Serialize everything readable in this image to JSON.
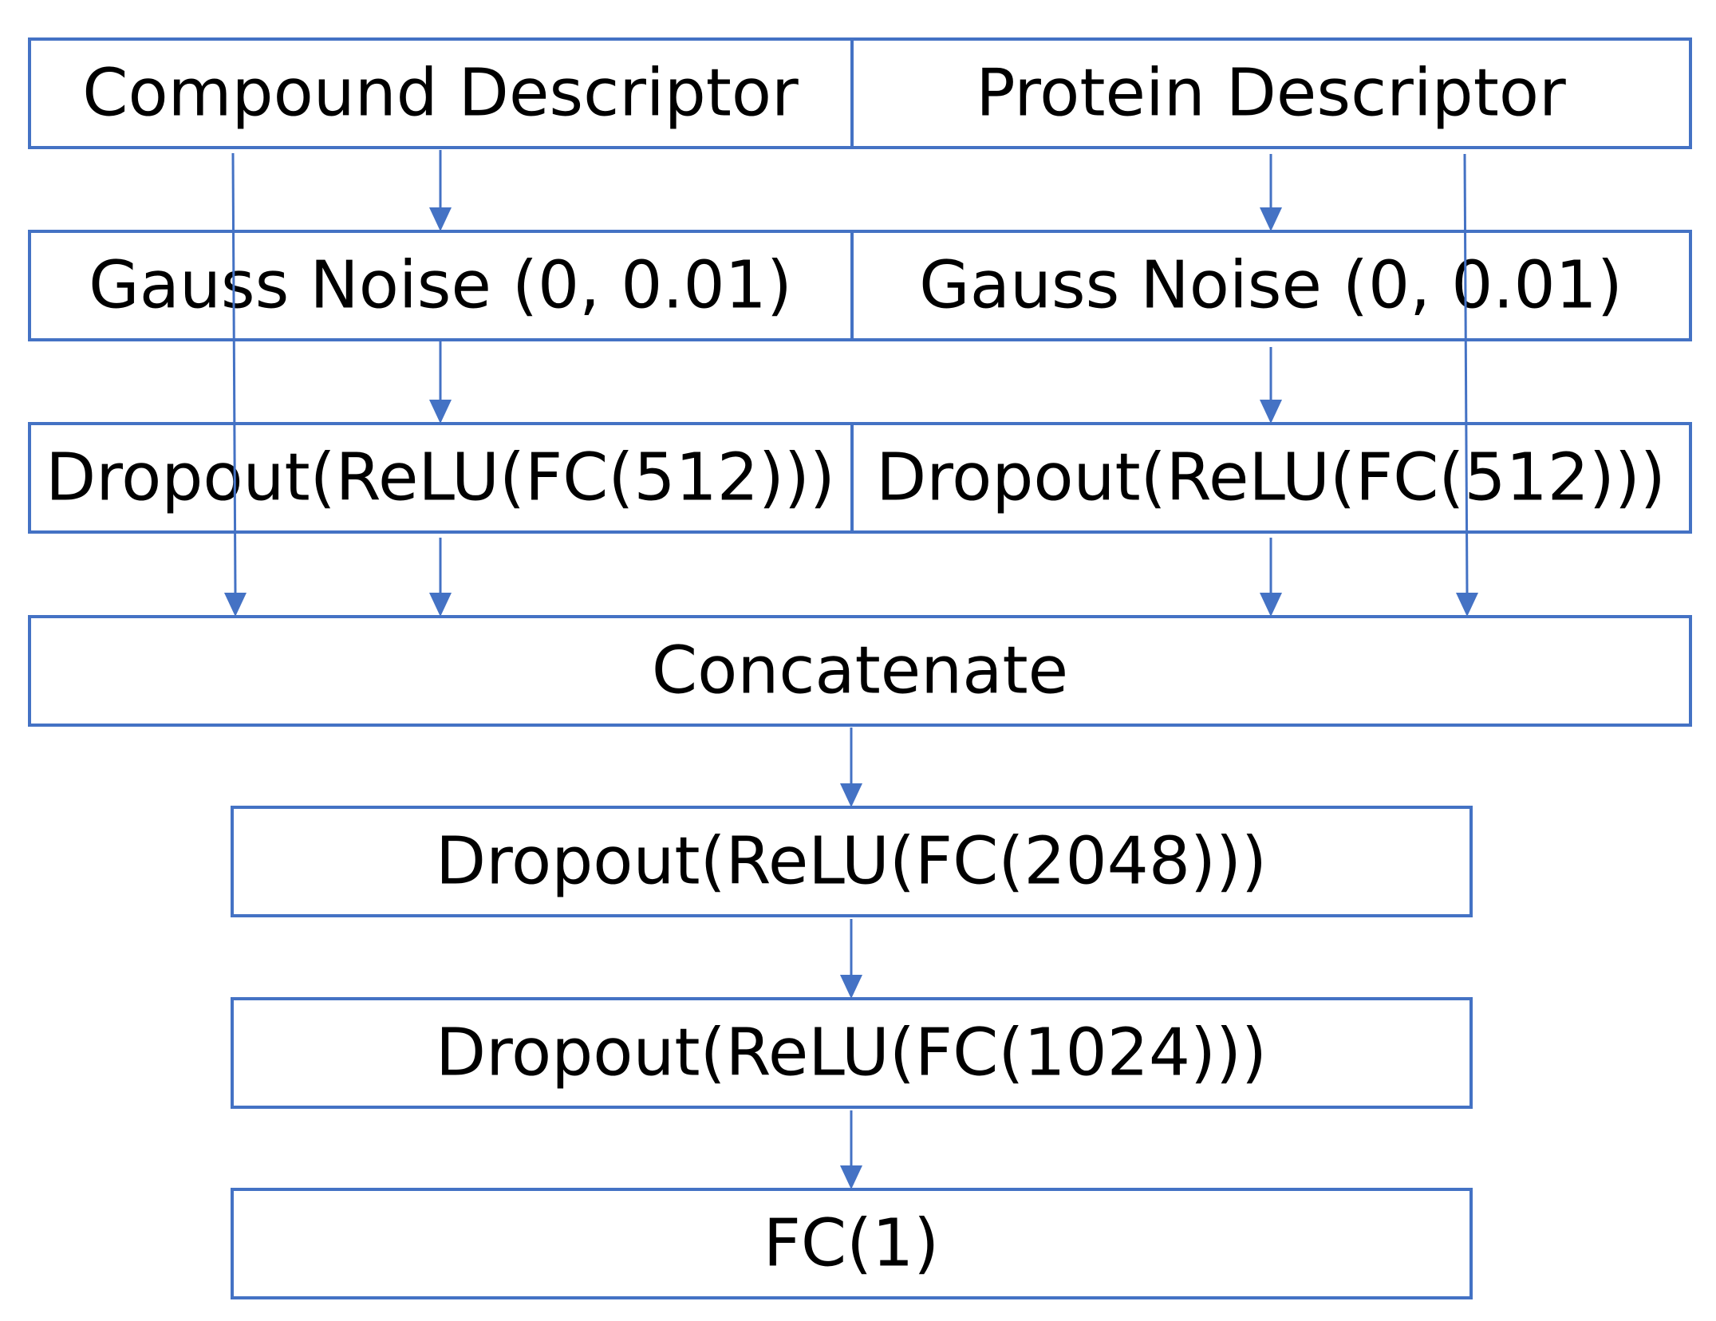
{
  "colors": {
    "stroke": "#4472c4",
    "text": "#000000",
    "background": "#ffffff"
  },
  "nodes": {
    "compound_descriptor": "Compound Descriptor",
    "protein_descriptor": "Protein Descriptor",
    "compound_gauss_noise": "Gauss Noise (0, 0.01)",
    "protein_gauss_noise": "Gauss Noise (0, 0.01)",
    "compound_dropout_fc512": "Dropout(ReLU(FC(512)))",
    "protein_dropout_fc512": "Dropout(ReLU(FC(512)))",
    "concatenate": "Concatenate",
    "dropout_fc2048": "Dropout(ReLU(FC(2048)))",
    "dropout_fc1024": "Dropout(ReLU(FC(1024)))",
    "fc1": "FC(1)"
  },
  "edges": [
    {
      "from": "compound_descriptor",
      "to": "compound_gauss_noise"
    },
    {
      "from": "compound_gauss_noise",
      "to": "compound_dropout_fc512"
    },
    {
      "from": "compound_dropout_fc512",
      "to": "concatenate"
    },
    {
      "from": "compound_descriptor",
      "to": "concatenate"
    },
    {
      "from": "protein_descriptor",
      "to": "protein_gauss_noise"
    },
    {
      "from": "protein_gauss_noise",
      "to": "protein_dropout_fc512"
    },
    {
      "from": "protein_dropout_fc512",
      "to": "concatenate"
    },
    {
      "from": "protein_descriptor",
      "to": "concatenate"
    },
    {
      "from": "concatenate",
      "to": "dropout_fc2048"
    },
    {
      "from": "dropout_fc2048",
      "to": "dropout_fc1024"
    },
    {
      "from": "dropout_fc1024",
      "to": "fc1"
    }
  ]
}
